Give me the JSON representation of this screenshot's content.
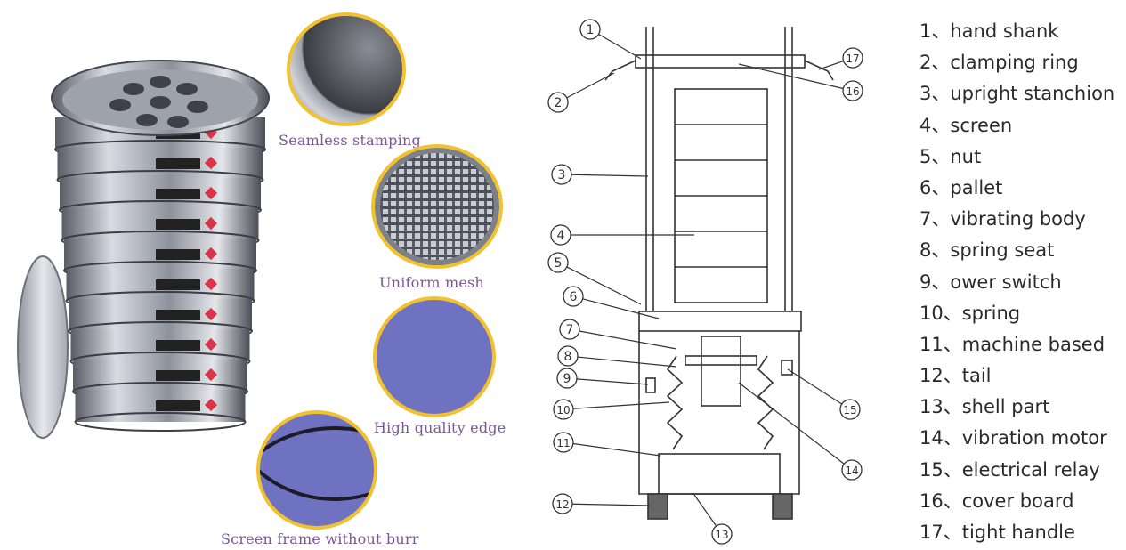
{
  "features": [
    {
      "caption": "Seamless stamping"
    },
    {
      "caption": "Uniform mesh"
    },
    {
      "caption": "High quality edge"
    },
    {
      "caption": "Screen frame without burr"
    }
  ],
  "diagram": {
    "callouts": [
      "1",
      "2",
      "3",
      "4",
      "5",
      "6",
      "7",
      "8",
      "9",
      "10",
      "11",
      "12",
      "13",
      "14",
      "15",
      "16",
      "17"
    ]
  },
  "legend": [
    {
      "num": "1、",
      "label": "hand shank"
    },
    {
      "num": "2、",
      "label": "clamping ring"
    },
    {
      "num": "3、",
      "label": "upright stanchion"
    },
    {
      "num": "4、",
      "label": "screen"
    },
    {
      "num": "5、",
      "label": "nut"
    },
    {
      "num": "6、",
      "label": "pallet"
    },
    {
      "num": "7、",
      "label": "vibrating body"
    },
    {
      "num": "8、",
      "label": "spring seat"
    },
    {
      "num": "9、",
      "label": "ower switch"
    },
    {
      "num": "10、",
      "label": "spring"
    },
    {
      "num": "11、",
      "label": "machine based"
    },
    {
      "num": "12、",
      "label": "tail"
    },
    {
      "num": "13、",
      "label": "shell part"
    },
    {
      "num": "14、",
      "label": "vibration motor"
    },
    {
      "num": "15、",
      "label": "electrical relay"
    },
    {
      "num": "16、",
      "label": "cover board"
    },
    {
      "num": "17、",
      "label": "tight handle"
    }
  ],
  "colors": {
    "caption": "#7b5594",
    "ring": "#f2c12e",
    "zoom_fill": "#6f72c0"
  }
}
